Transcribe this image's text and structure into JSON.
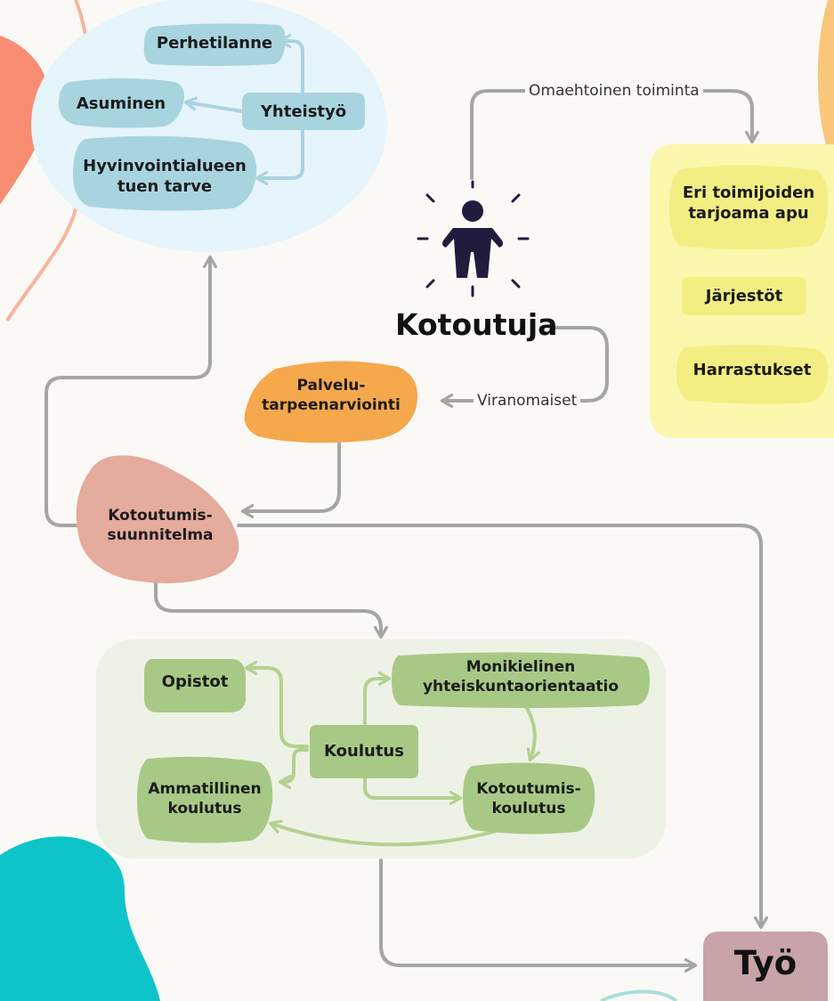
{
  "center": {
    "person_icon": "person-icon",
    "title": "Kotoutuja"
  },
  "flows": {
    "self_directed": "Omaehtoinen toiminta",
    "authorities": "Viranomaiset"
  },
  "services": {
    "family_situation": "Perhetilanne",
    "housing": "Asuminen",
    "cooperation": "Yhteistyö",
    "welfare_support": [
      "Hyvinvointialueen",
      "tuen tarve"
    ]
  },
  "voluntary": {
    "help_from_actors": [
      "Eri toimijoiden",
      "tarjoama apu"
    ],
    "organizations": "Järjestöt",
    "hobbies": "Harrastukset"
  },
  "assessment": [
    "Palvelu-",
    "tarpeenarviointi"
  ],
  "plan": [
    "Kotoutumis-",
    "suunnitelma"
  ],
  "education": {
    "colleges": "Opistot",
    "orientation": [
      "Monikielinen",
      "yhteiskuntaorientaatio"
    ],
    "training": "Koulutus",
    "vocational": [
      "Ammatillinen",
      "koulutus"
    ],
    "integration_training": [
      "Kotoutumis-",
      "koulutus"
    ]
  },
  "work": "Työ",
  "colors": {
    "background": "#fbf9f6",
    "services_panel": "#e6f4fb",
    "services_blob": "#a8d4df",
    "voluntary_panel": "#fbf7ad",
    "voluntary_blob": "#f2ee83",
    "assessment_blob": "#f5a84c",
    "plan_blob": "#e5ab9c",
    "education_panel": "#eef2e6",
    "education_blob": "#a8c985",
    "work_box": "#c8a3a8",
    "arrow_gray": "#a5a5a5",
    "arrow_blue": "#a9d3df",
    "arrow_green": "#b4d08f",
    "person": "#211c3d"
  }
}
